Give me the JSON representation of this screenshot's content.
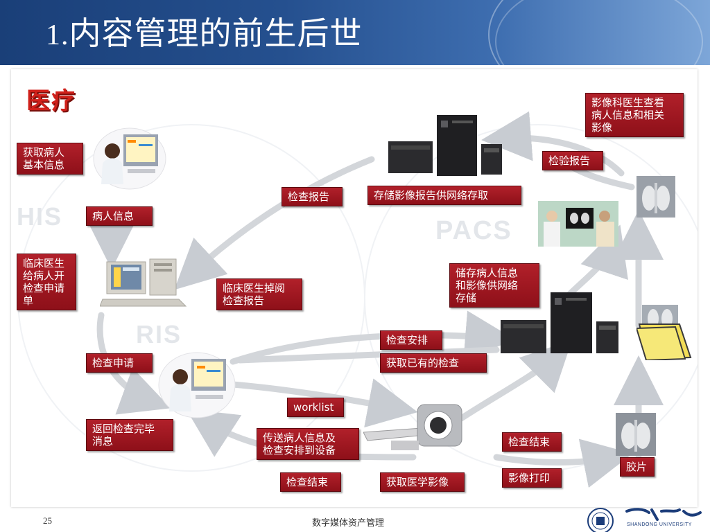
{
  "slide": {
    "title_num": "1.",
    "title_text": "内容管理的前生后世",
    "page_number": "25",
    "footer": "数字媒体资产管理",
    "logo_en": "SHANDONG UNIVERSITY"
  },
  "diagram": {
    "heading": "医疗",
    "system_labels": {
      "his": "HIS",
      "ris": "RIS",
      "pacs": "PACS"
    },
    "labels": {
      "get_patient_info": "获取病人\n基本信息",
      "patient_info": "病人信息",
      "doctor_order": "临床医生\n给病人开\n检查申请\n单",
      "check_request": "检查申请",
      "return_done": "返回检查完毕\n消息",
      "check_report_top": "检查报告",
      "doctor_review": "临床医生掉阅\n检查报告",
      "store_report": "存储影像报告供网络存取",
      "inspect_report": "检验报告",
      "imaging_doctor": "影像科医生查看\n病人信息和相关\n影像",
      "store_patient_image": "储存病人信息\n和影像供网络\n存储",
      "check_schedule": "检查安排",
      "get_existing": "获取已有的检查",
      "worklist": "worklist",
      "transfer_info": "传送病人信息及\n检查安排到设备",
      "check_end_right": "检查结束",
      "check_end_bottom": "检查结束",
      "get_image": "获取医学影像",
      "image_print": "影像打印",
      "film": "胶片"
    }
  }
}
